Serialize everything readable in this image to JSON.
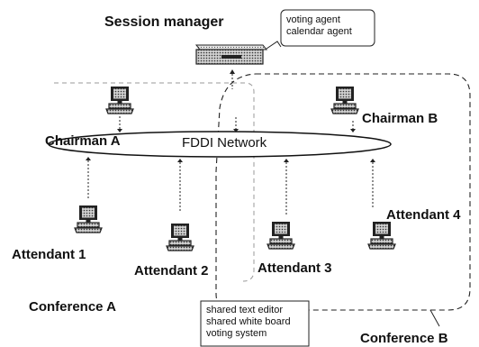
{
  "labels": {
    "session_manager": "Session manager",
    "chairman_a": "Chairman A",
    "chairman_b": "Chairman B",
    "network": "FDDI Network",
    "attendant_1": "Attendant 1",
    "attendant_2": "Attendant 2",
    "attendant_3": "Attendant 3",
    "attendant_4": "Attendant 4",
    "conference_a": "Conference A",
    "conference_b": "Conference B"
  },
  "session_manager_callout": {
    "lines": [
      "voting agent",
      "calendar agent"
    ]
  },
  "conference_b_callout": {
    "lines": [
      "shared text editor",
      "shared white board",
      "voting system"
    ]
  }
}
